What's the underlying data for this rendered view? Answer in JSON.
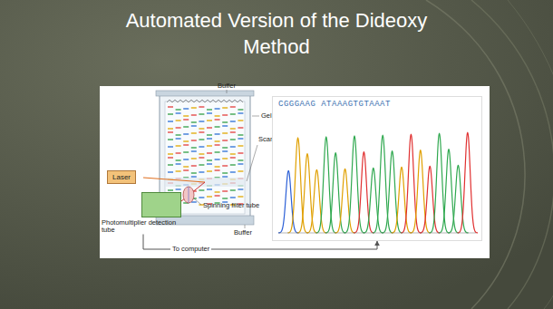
{
  "diagram": {
    "title": "Automated Version of the Dideoxy Method",
    "nodes": [
      {
        "text": [
          "Laser"
        ]
      },
      {
        "text": [
          "Photomultiplier detection tube"
        ]
      },
      {
        "text": [
          "CGGGAAG ATAAAGTGTAAAT"
        ]
      }
    ],
    "edges": [
      {
        "from": 1,
        "to": 2,
        "label": "To computer",
        "arrow": "to"
      }
    ],
    "labels": [
      "Buffer",
      "Gel",
      "Scan area",
      "Spinning filter tube",
      "Buffer"
    ]
  }
}
